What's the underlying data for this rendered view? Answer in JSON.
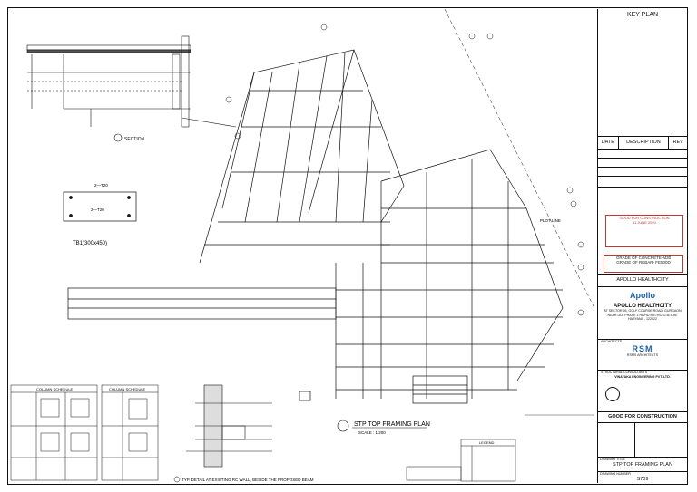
{
  "drawing": {
    "main_title": "STP TOP FRAMING PLAN",
    "main_scale": "SCALE : 1:200",
    "section_title": "SECTION",
    "beam_label": "TB1(300x450)",
    "beam_dim": "2—T20",
    "beam_dim2": "2—T20",
    "detail_title": "TYP. DETAIL AT EXISTING RC WALL, BESIDE THE PROPOSED BEAM",
    "column_schedule_1": "COLUMN SCHEDULE",
    "column_schedule_2": "COLUMN SCHEDULE",
    "plot_line": "PLOT LINE",
    "legend_title": "LEGEND"
  },
  "title_block": {
    "key_plan": "KEY PLAN",
    "rev_headers": [
      "DATE",
      "DESCRIPTION",
      "REV"
    ],
    "stamp_line1": "GOOD FOR CONSTRUCTION",
    "stamp_line2": "11 JUNE 2020",
    "grade_concrete": "GRADE OF CONCRETE-M30",
    "grade_rebar": "GRADE OF REBAR- FE500D",
    "client_header": "APOLLO HEALTHCITY",
    "logo_text": "Apollo",
    "client_name": "APOLLO HEALTHCITY",
    "client_address": "AT SECTOR 26, GOLF COURSE ROAD, GURGAON NEAR DLF PHASE 1 RAPID METRO STATION, HARYANA - 122022",
    "architects_label": "ARCHITECTS",
    "architect_logo": "RSM",
    "architect_name": "RSMS ARCHITECTS",
    "structural_label": "STRUCTURAL CONSULTANTS",
    "structural_name": "VINAYAKA ENGINEERING PVT. LTD.",
    "gfc": "GOOD FOR CONSTRUCTION",
    "drawing_title_label": "DRAWING TITLE",
    "drawing_title": "STP TOP FRAMING PLAN",
    "drawing_number_label": "DRAWING NUMBER",
    "drawing_number": "S709"
  },
  "colors": {
    "line": "#111111",
    "red": "#c0392b",
    "blue": "#1f5fa8"
  }
}
